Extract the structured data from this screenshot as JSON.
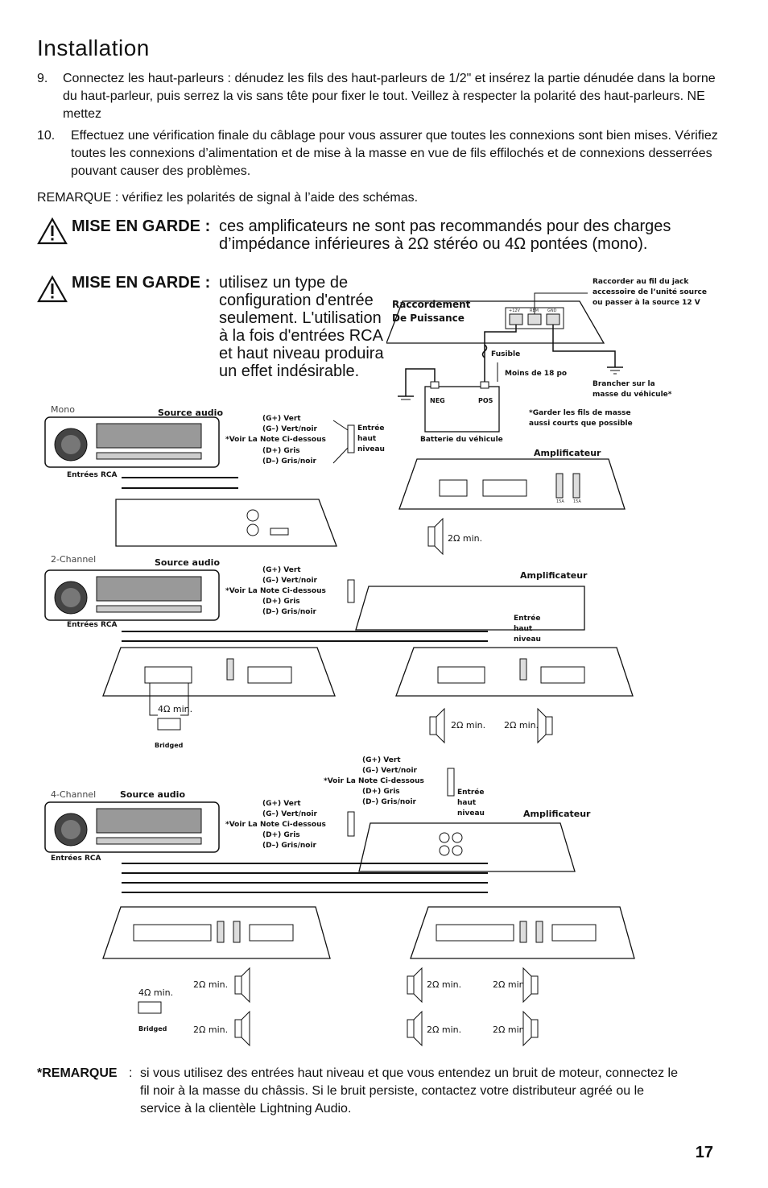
{
  "page": {
    "title": "Installation",
    "page_number": "17"
  },
  "steps": [
    {
      "num": "9.",
      "text": "Connectez les haut-parleurs : dénudez les fils des haut-parleurs de 1/2\" et insérez la partie dénudée dans la borne du haut-parleur, puis serrez la vis sans tête pour fixer le tout. Veillez à respecter la polarité des haut-parleurs. NE mettez"
    },
    {
      "num": "10.",
      "text": "Effectuez une vérification finale du câblage pour vous assurer que toutes les connexions sont bien mises. Vérifiez toutes les connexions d’alimentation et de mise à la masse en vue de fils effilochés et de connexions desserrées pouvant causer des problèmes."
    }
  ],
  "remark_short": "REMARQUE : vérifiez les polarités de signal à l’aide des schémas.",
  "cautions": [
    {
      "label": "MISE EN GARDE :",
      "text": "ces amplificateurs ne sont pas recommandés pour des charges d’impédance inférieures à 2Ω stéréo ou 4Ω pontées (mono)."
    },
    {
      "label": "MISE EN GARDE :",
      "text": "utilisez un type de configuration d'entrée seulement. L'utilisation à la fois d'entrées RCA et haut niveau produira un effet indésirable."
    }
  ],
  "final_remark": {
    "label": "*REMARQUE",
    "sep": ":",
    "text": "si vous utilisez des entrées haut niveau et que vous entendez un bruit de moteur, connectez le fil noir à la masse du châssis. Si le bruit persiste, contactez votre distributeur agréé ou le service à la clientèle Lightning Audio."
  },
  "power_diagram": {
    "title_line1": "Raccordement",
    "title_line2": "De Puissance",
    "jack_note_1": "Raccorder au fil du jack",
    "jack_note_2": "accessoire de l’unité source",
    "jack_note_3": "ou passer à la source 12 V",
    "terminals": [
      "+12V",
      "REM",
      "GND"
    ],
    "fuse": "Fusible",
    "distance": "Moins de 18 po",
    "neg": "NEG",
    "pos": "POS",
    "battery": "Batterie du véhicule",
    "ground_1": "Brancher sur la",
    "ground_2": "masse du véhicule*",
    "keep_short_1": "*Garder les fils de masse",
    "keep_short_2": "aussi courts que possible"
  },
  "wiring": {
    "mono": "Mono",
    "two_channel": "2-Channel",
    "four_channel": "4-Channel",
    "source_audio": "Source audio",
    "rca_inputs": "Entrées RCA",
    "amplifier": "Amplificateur",
    "hl_input_1": "Entrée",
    "hl_input_2": "haut",
    "hl_input_3": "niveau",
    "wires": [
      "(G+) Vert",
      "(G–) Vert/noir",
      "*Voir La Note Ci-dessous",
      "(D+) Gris",
      "(D–) Gris/noir"
    ],
    "min_2ohm": "2Ω min.",
    "min_4ohm": "4Ω min.",
    "bridged": "Bridged",
    "fuse_15a": "15A"
  }
}
